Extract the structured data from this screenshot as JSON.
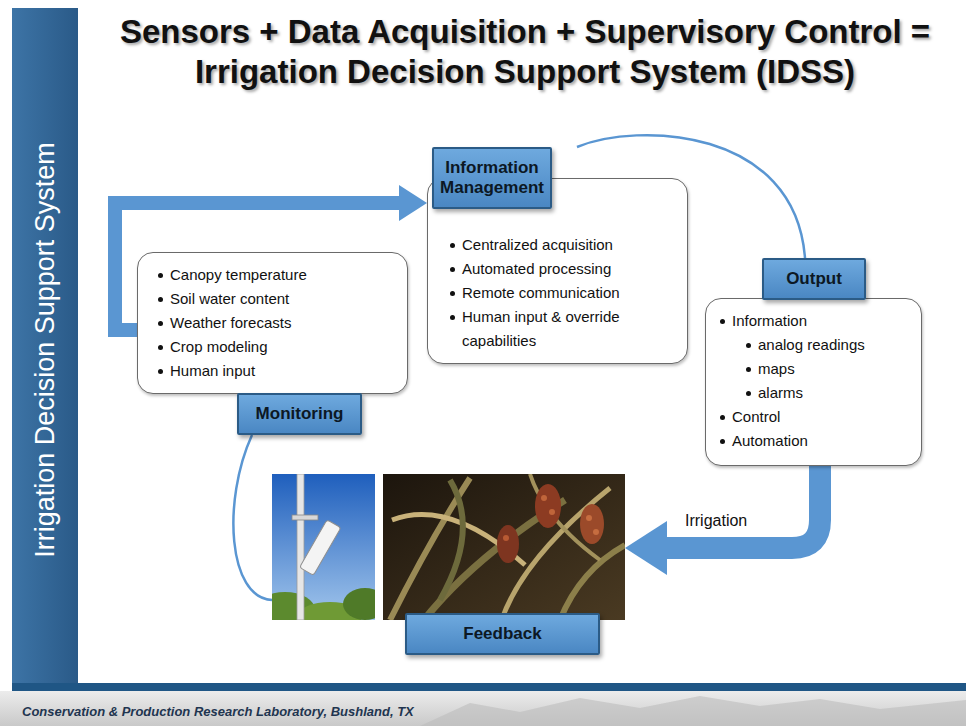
{
  "diagram": {
    "title": "Sensors + Data Acquisition + Supervisory Control = Irrigation Decision Support System (IDSS)",
    "nodes": [
      {
        "text": [
          "Monitoring",
          "Canopy temperature",
          "Soil water content",
          "Weather forecasts",
          "Crop modeling",
          "Human input"
        ]
      },
      {
        "text": [
          "Information Management",
          "Centralized acquisition",
          "Automated processing",
          "Remote communication",
          "Human input & override capabilities"
        ]
      },
      {
        "text": [
          "Output",
          "Information",
          "analog readings",
          "maps",
          "alarms",
          "Control",
          "Automation"
        ]
      },
      {
        "text": [
          "Feedback"
        ]
      }
    ],
    "edges": [
      {
        "from": 0,
        "to": 1,
        "arrow": "to"
      },
      {
        "from": 1,
        "to": 2,
        "arrow": "none"
      },
      {
        "from": 2,
        "to": 3,
        "label": "Irrigation",
        "arrow": "to"
      },
      {
        "from": 3,
        "to": 0,
        "arrow": "none"
      }
    ],
    "labels": [
      "Irrigation Decision Support System",
      "Conservation & Production Research Laboratory, Bushland, TX"
    ]
  }
}
